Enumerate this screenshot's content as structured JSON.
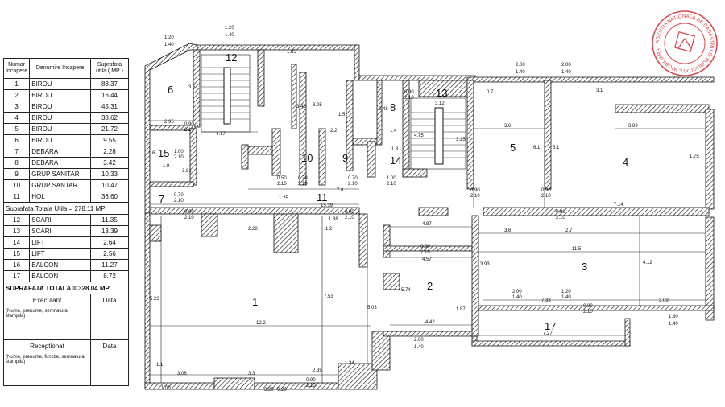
{
  "table": {
    "headers": {
      "num": "Numar Incapere",
      "name": "Denumire Incapere",
      "area": "Suprafata utila ( MP )"
    },
    "rows": [
      {
        "num": "1",
        "name": "BIROU",
        "area": "83.37"
      },
      {
        "num": "2",
        "name": "BIROU",
        "area": "16.44"
      },
      {
        "num": "3",
        "name": "BIROU",
        "area": "45.31"
      },
      {
        "num": "4",
        "name": "BIROU",
        "area": "38.62"
      },
      {
        "num": "5",
        "name": "BIROU",
        "area": "21.72"
      },
      {
        "num": "6",
        "name": "BIROU",
        "area": "9.55"
      },
      {
        "num": "7",
        "name": "DEBARA",
        "area": "2.28"
      },
      {
        "num": "8",
        "name": "DEBARA",
        "area": "3.42"
      },
      {
        "num": "9",
        "name": "GRUP SANITAR",
        "area": "10.33"
      },
      {
        "num": "10",
        "name": "GRUP SANTAR",
        "area": "10.47"
      },
      {
        "num": "11",
        "name": "HOL",
        "area": "36.60"
      }
    ],
    "total_util": "Suprafata Totala Utila = 278.11 MP",
    "rows2": [
      {
        "num": "12",
        "name": "SCARI",
        "area": "11.35"
      },
      {
        "num": "13",
        "name": "SCARI",
        "area": "13.39"
      },
      {
        "num": "14",
        "name": "LIFT",
        "area": "2.64"
      },
      {
        "num": "15",
        "name": "LIFT",
        "area": "2.56"
      },
      {
        "num": "16",
        "name": "BALCON",
        "area": "11.27"
      },
      {
        "num": "17",
        "name": "BALCON",
        "area": "8.72"
      }
    ],
    "total": "SUPRAFATA TOTALA = 328.04 MP",
    "executant": "Executant",
    "executant_data": "Data",
    "executant_note": "(Nume, prenume, semnatura, stampila)",
    "receptionat": "Receptionat",
    "receptionat_data": "Data",
    "receptionat_note": "(Nume, prenume, functie, semnatura, stampila)"
  },
  "rooms": [
    "1",
    "2",
    "3",
    "4",
    "5",
    "6",
    "7",
    "8",
    "9",
    "10",
    "11",
    "12",
    "13",
    "14",
    "15",
    "17"
  ],
  "dimensions": {
    "d1": "12.2",
    "d2": "7.53",
    "d3": "5.23",
    "d4": "5.03",
    "d5": "11.5",
    "d6": "4.12",
    "d7": "3.93",
    "d8": "7.14",
    "d9": "6.1",
    "d10": "6.1",
    "d11": "3.6",
    "d12": "3.89",
    "d13": "4.42",
    "d14": "4.57",
    "d15": "4.87",
    "d16": "1.87",
    "d17": "5.74",
    "d18": "7.27",
    "d19": "7.38",
    "d20": "3.09",
    "d21": "2.28",
    "d22": "1.88",
    "d23": "15.39",
    "d24": "7.8",
    "d25": "4.17",
    "d26": "2.95",
    "d27": "3.5",
    "d28": "3.81",
    "d29": "3.12",
    "d30": "4.75",
    "d31": "3.25",
    "d32": "2.48",
    "d33": "3.6",
    "d34": "2.7",
    "d35": "1.75",
    "d36": "3.46",
    "d37": "3.05",
    "d38": "1.85",
    "d39": "2.2",
    "d40": "3.08",
    "d41": "3.3",
    "d42": "2.35",
    "d43": "1.34",
    "d44": "1.2",
    "d45": "3.1",
    "d46": "1.1",
    "d47": "1.25",
    "d48": "1.4",
    "d49": "1.5",
    "d50": "1.6",
    "d51": "1.9",
    "d52": "0.7",
    "d53": "1.8"
  },
  "openings": {
    "o1": "1.20",
    "o1b": "1.40",
    "o2": "1.20",
    "o2b": "1.40",
    "o3": "2.00",
    "o3b": "1.40",
    "o4": "2.00",
    "o4b": "1.40",
    "o5": "0.90",
    "o5b": "2.10",
    "o6": "1.00",
    "o6b": "2.10",
    "o7": "0.70",
    "o7b": "2.10",
    "o8": "0.90",
    "o8b": "2.10",
    "o9": "0.90",
    "o9b": "2.10",
    "o10": "0.70",
    "o10b": "2.10",
    "o11": "0.70",
    "o11b": "2.10",
    "o12": "1.00",
    "o12b": "2.10",
    "o13": "0.90",
    "o13b": "2.10",
    "o14": "0.90",
    "o14b": "2.10",
    "o15": "0.90",
    "o15b": "2.10",
    "o16": "0.90",
    "o16b": "2.10",
    "o17": "2.00",
    "o17b": "1.40",
    "o18": "1.20",
    "o18b": "1.40",
    "o19": "0.80",
    "o19b": "2.10",
    "o20": "1.80",
    "o20b": "1.40",
    "o21": "2.00",
    "o21b": "1.40",
    "o22": "1.00",
    "o23": "3.20",
    "o23b": "0.20",
    "o24": "0.90",
    "o24b": "2.10",
    "o25": "0.90",
    "o25b": "2.10",
    "o26": "0.50",
    "o26b": "2.10"
  },
  "stamp": {
    "text": "AGENTIA NATIONALA DE CADASTRU SI PUBLICITATE IMOBILIARA",
    "color": "#d8424a"
  }
}
